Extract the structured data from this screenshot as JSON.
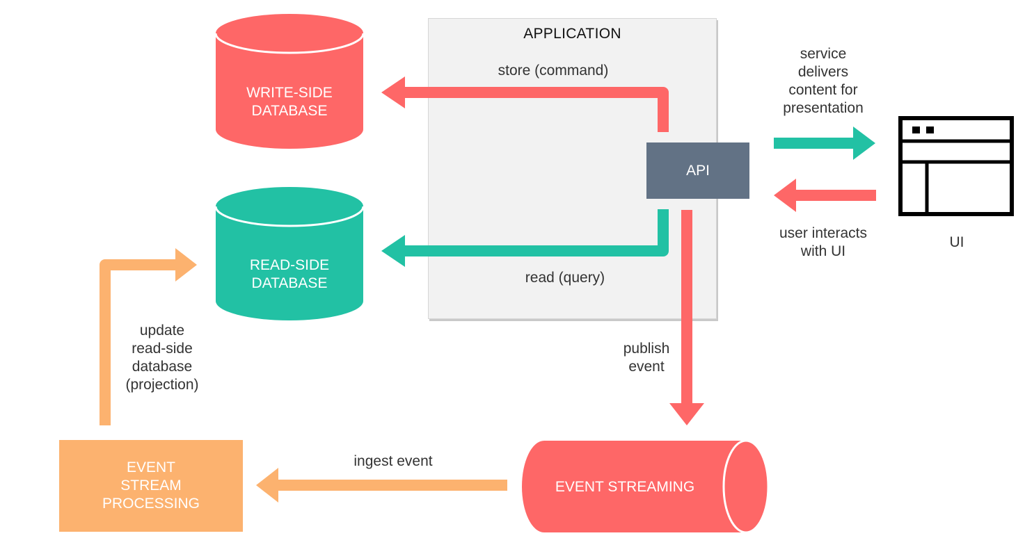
{
  "application": {
    "title": "APPLICATION",
    "api_label": "API"
  },
  "databases": {
    "write_side": [
      "WRITE-SIDE",
      "DATABASE"
    ],
    "read_side": [
      "READ-SIDE",
      "DATABASE"
    ]
  },
  "event_streaming": "EVENT STREAMING",
  "event_stream_processing": [
    "EVENT",
    "STREAM",
    "PROCESSING"
  ],
  "ui": {
    "label": "UI"
  },
  "flows": {
    "store_command": "store (command)",
    "read_query": "read (query)",
    "publish_event": [
      "publish",
      "event"
    ],
    "ingest_event": "ingest event",
    "update_projection": [
      "update",
      "read-side",
      "database",
      "(projection)"
    ],
    "service_delivers": [
      "service",
      "delivers",
      "content for",
      "presentation"
    ],
    "user_interacts": [
      "user interacts",
      "with UI"
    ]
  },
  "colors": {
    "red": "#fe6767",
    "teal": "#22c1a4",
    "orange": "#fcb26f",
    "api_gray": "#627285",
    "app_background": "#f2f2f2"
  }
}
